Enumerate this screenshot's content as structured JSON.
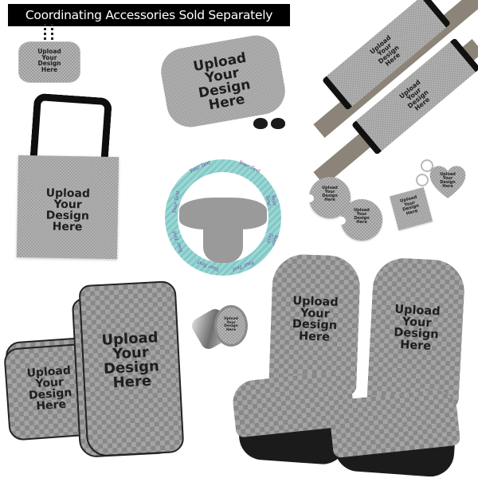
{
  "banner": {
    "text": "Coordinating Accessories Sold Separately",
    "bg": "#000000",
    "fg": "#ffffff"
  },
  "placeholder_text": "Upload\nYour\nDesign\nHere",
  "products": [
    {
      "id": "ornament",
      "name": "Rectangle Ornament",
      "label": "Upload\nYour\nDesign\nHere"
    },
    {
      "id": "sunshade",
      "name": "Car Sun Shade",
      "label": "Upload\nYour\nDesign\nHere"
    },
    {
      "id": "seat-belt-covers",
      "name": "Seat Belt Covers (Set of 2)",
      "labels": [
        "Upload\nYour\nDesign\nHere",
        "Upload\nYour\nDesign\nHere"
      ]
    },
    {
      "id": "tote",
      "name": "Tote Bag",
      "label": "Upload\nYour\nDesign\nHere"
    },
    {
      "id": "steering-wheel-cover",
      "name": "Steering Wheel Cover",
      "pattern_text": "Your Text",
      "colors": {
        "base": "#8fd0cf",
        "text": "#7a3d9a"
      }
    },
    {
      "id": "car-coasters",
      "name": "Car Coasters (Set of 2)",
      "labels": [
        "Upload\nYour\nDesign\nHere",
        "Upload\nYour\nDesign\nHere"
      ]
    },
    {
      "id": "keychains",
      "name": "Keychains",
      "labels": [
        "Upload\nYour\nDesign\nHere",
        "Upload\nYour\nDesign\nHere"
      ]
    },
    {
      "id": "floor-mats",
      "name": "Car Floor Mats",
      "labels": [
        "Upload\nYour\nDesign\nHere",
        "Upload\nYour\nDesign\nHere"
      ]
    },
    {
      "id": "usb-charger",
      "name": "USB Car Charger",
      "label": "Upload\nYour\nDesign\nHere"
    },
    {
      "id": "seat-covers",
      "name": "Car Seat Covers (Set of 2)",
      "labels": [
        "Upload\nYour\nDesign\nHere",
        "Upload\nYour\nDesign\nHere"
      ]
    }
  ]
}
